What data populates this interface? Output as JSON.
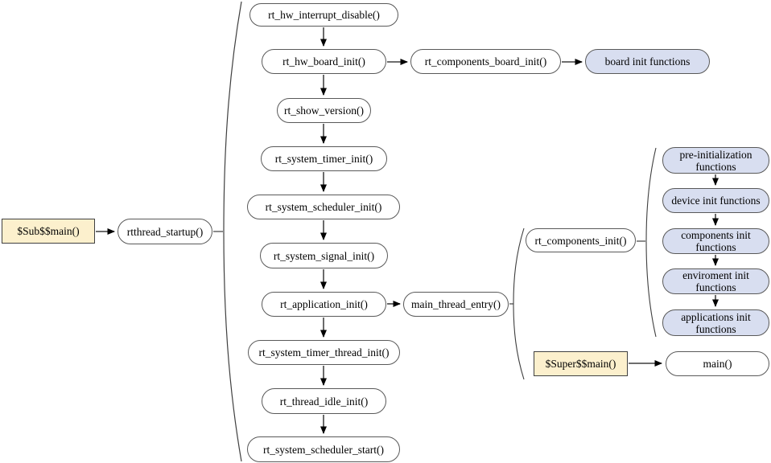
{
  "diagram": {
    "type": "flowchart",
    "colors": {
      "process_fill": "#ffffff",
      "group_fill": "#d8def0",
      "entry_fill": "#fcf0cd",
      "border": "#595959",
      "arrow_line": "#595959",
      "arrowhead": "#000000"
    },
    "nodes": {
      "sub_main": {
        "label": "$Sub$$main()",
        "shape": "rect"
      },
      "rtthread_startup": {
        "label": "rtthread_startup()",
        "shape": "pill"
      },
      "hw_interrupt_disable": {
        "label": "rt_hw_interrupt_disable()",
        "shape": "pill"
      },
      "hw_board_init": {
        "label": "rt_hw_board_init()",
        "shape": "pill"
      },
      "components_board_init": {
        "label": "rt_components_board_init()",
        "shape": "pill"
      },
      "board_init_functions": {
        "label": "board init functions",
        "shape": "pill-blue"
      },
      "show_version": {
        "label": "rt_show_version()",
        "shape": "pill"
      },
      "system_timer_init": {
        "label": "rt_system_timer_init()",
        "shape": "pill"
      },
      "system_scheduler_init": {
        "label": "rt_system_scheduler_init()",
        "shape": "pill"
      },
      "system_signal_init": {
        "label": "rt_system_signal_init()",
        "shape": "pill"
      },
      "application_init": {
        "label": "rt_application_init()",
        "shape": "pill"
      },
      "main_thread_entry": {
        "label": "main_thread_entry()",
        "shape": "pill"
      },
      "system_timer_thread_init": {
        "label": "rt_system_timer_thread_init()",
        "shape": "pill"
      },
      "thread_idle_init": {
        "label": "rt_thread_idle_init()",
        "shape": "pill"
      },
      "system_scheduler_start": {
        "label": "rt_system_scheduler_start()",
        "shape": "pill"
      },
      "components_init": {
        "label": "rt_components_init()",
        "shape": "pill"
      },
      "pre_initialization_functions": {
        "label": "pre-initialization functions",
        "shape": "pill-blue"
      },
      "device_init_functions": {
        "label": "device init functions",
        "shape": "pill-blue"
      },
      "components_init_functions": {
        "label": "components init functions",
        "shape": "pill-blue"
      },
      "enviroment_init_functions": {
        "label": "enviroment init functions",
        "shape": "pill-blue"
      },
      "applications_init_functions": {
        "label": "applications init functions",
        "shape": "pill-blue"
      },
      "super_main": {
        "label": "$Super$$main()",
        "shape": "rect"
      },
      "main_fn": {
        "label": "main()",
        "shape": "pill"
      }
    },
    "edges": [
      {
        "from": "sub_main",
        "to": "rtthread_startup",
        "type": "arrow"
      },
      {
        "from": "rtthread_startup",
        "to": "startup-sequence-brace",
        "type": "line"
      },
      {
        "from": "hw_interrupt_disable",
        "to": "hw_board_init",
        "type": "arrow"
      },
      {
        "from": "hw_board_init",
        "to": "components_board_init",
        "type": "arrow"
      },
      {
        "from": "components_board_init",
        "to": "board_init_functions",
        "type": "arrow"
      },
      {
        "from": "hw_board_init",
        "to": "show_version",
        "type": "arrow"
      },
      {
        "from": "show_version",
        "to": "system_timer_init",
        "type": "arrow"
      },
      {
        "from": "system_timer_init",
        "to": "system_scheduler_init",
        "type": "arrow"
      },
      {
        "from": "system_scheduler_init",
        "to": "system_signal_init",
        "type": "arrow"
      },
      {
        "from": "system_signal_init",
        "to": "application_init",
        "type": "arrow"
      },
      {
        "from": "application_init",
        "to": "main_thread_entry",
        "type": "arrow"
      },
      {
        "from": "application_init",
        "to": "system_timer_thread_init",
        "type": "arrow"
      },
      {
        "from": "system_timer_thread_init",
        "to": "thread_idle_init",
        "type": "arrow"
      },
      {
        "from": "thread_idle_init",
        "to": "system_scheduler_start",
        "type": "arrow"
      },
      {
        "from": "main_thread_entry",
        "to": "main-branch-brace",
        "type": "line"
      },
      {
        "from": "components_init",
        "to": "components-brace",
        "type": "line"
      },
      {
        "from": "pre_initialization_functions",
        "to": "device_init_functions",
        "type": "arrow"
      },
      {
        "from": "device_init_functions",
        "to": "components_init_functions",
        "type": "arrow"
      },
      {
        "from": "components_init_functions",
        "to": "enviroment_init_functions",
        "type": "arrow"
      },
      {
        "from": "enviroment_init_functions",
        "to": "applications_init_functions",
        "type": "arrow"
      },
      {
        "from": "super_main",
        "to": "main_fn",
        "type": "arrow"
      }
    ]
  }
}
